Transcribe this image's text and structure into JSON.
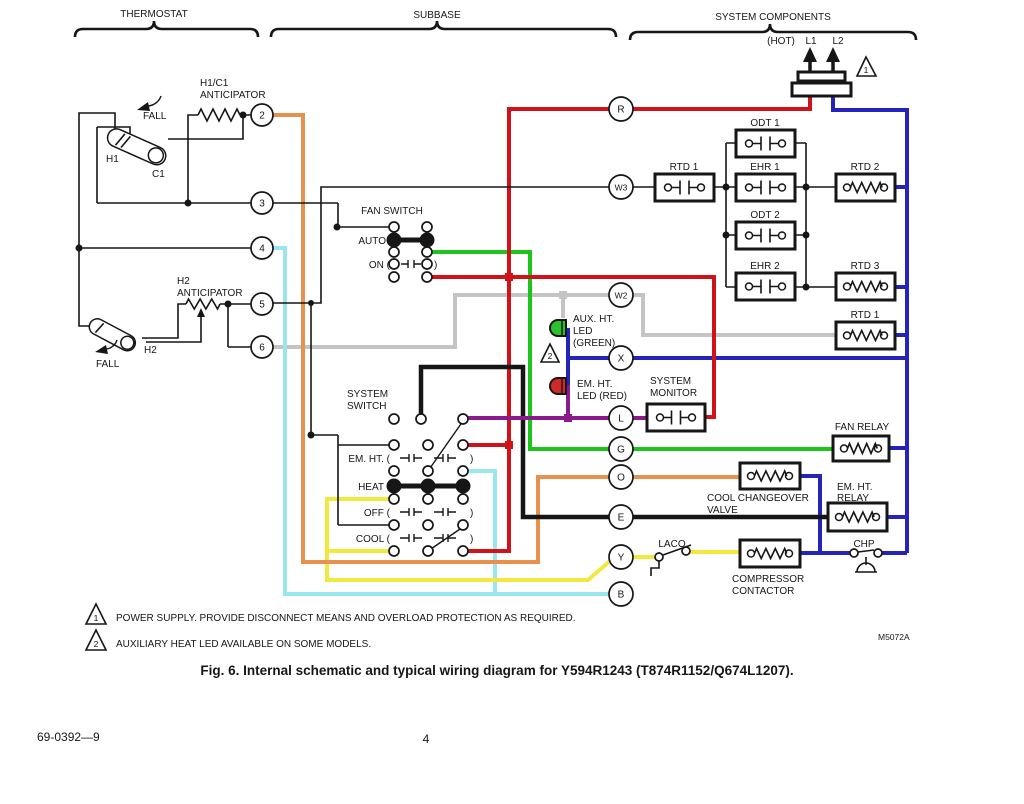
{
  "colors": {
    "red": "#d01318",
    "blue": "#2424bb",
    "green": "#1cc41c",
    "orange": "#e8914e",
    "yellow": "#f2e83e",
    "cyan": "#9ae6ef",
    "gray": "#c4c4c4",
    "purple": "#8a1b8b",
    "led_green": "#2ebf2e",
    "led_red": "#cf2a2a"
  },
  "headers": {
    "thermostat": "THERMOSTAT",
    "subbase": "SUBBASE",
    "system_components": "SYSTEM COMPONENTS"
  },
  "power": {
    "hot": "(HOT)",
    "l1": "L1",
    "l2": "L2",
    "warning": "1"
  },
  "thermostat": {
    "terminals": [
      "2",
      "3",
      "4",
      "5",
      "6"
    ],
    "anticipator1": [
      "H1/C1",
      "ANTICIPATOR"
    ],
    "fall1": "FALL",
    "h1": "H1",
    "c1": "C1",
    "anticipator2": [
      "H2",
      "ANTICIPATOR"
    ],
    "fall2": "FALL",
    "h2": "H2"
  },
  "fan_switch": {
    "title": "FAN SWITCH",
    "auto": "AUTO",
    "on": "ON (",
    "close": ")"
  },
  "system_switch": {
    "title": [
      "SYSTEM",
      "SWITCH"
    ],
    "em_ht": "EM. HT. (",
    "heat": "HEAT",
    "off": "OFF (",
    "cool": "COOL (",
    "close": ")"
  },
  "terminals": {
    "r": "R",
    "w3": "W3",
    "w2": "W2",
    "x": "X",
    "l": "L",
    "g": "G",
    "o": "O",
    "e": "E",
    "y": "Y",
    "b": "B"
  },
  "leds": {
    "aux": [
      "AUX. HT.",
      "LED",
      "(GREEN)"
    ],
    "em": [
      "EM. HT.",
      "LED (RED)"
    ],
    "warning": "2"
  },
  "components": {
    "odt1": "ODT 1",
    "rtd1": "RTD 1",
    "ehr1": "EHR 1",
    "rtd2": "RTD 2",
    "odt2": "ODT 2",
    "ehr2": "EHR 2",
    "rtd3": "RTD 3",
    "rtd1b": "RTD 1",
    "monitor": [
      "SYSTEM",
      "MONITOR"
    ],
    "fan_relay": "FAN RELAY",
    "valve": [
      "COOL CHANGEOVER",
      "VALVE"
    ],
    "em_ht_relay": [
      "EM. HT.",
      "RELAY"
    ],
    "compressor": [
      "COMPRESSOR",
      "CONTACTOR"
    ],
    "laco": "LACO",
    "chp": "CHP"
  },
  "notes": [
    {
      "num": "1",
      "text": "POWER SUPPLY. PROVIDE DISCONNECT MEANS AND OVERLOAD PROTECTION AS REQUIRED."
    },
    {
      "num": "2",
      "text": "AUXILIARY HEAT LED AVAILABLE ON SOME MODELS."
    }
  ],
  "caption": "Fig. 6. Internal schematic and typical wiring diagram for Y594R1243 (T874R1152/Q674L1207).",
  "doc_code": "M5072A",
  "footer": {
    "doc_number": "69-0392—9",
    "page": "4"
  }
}
